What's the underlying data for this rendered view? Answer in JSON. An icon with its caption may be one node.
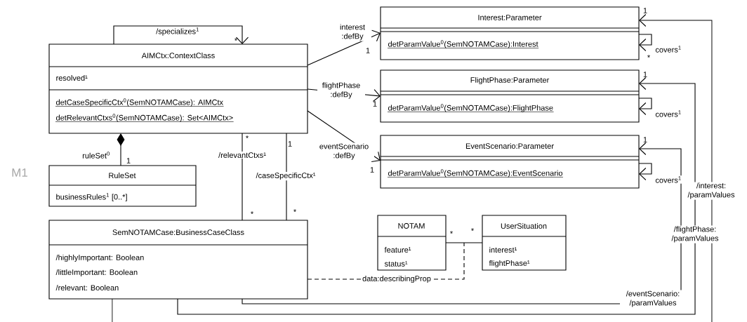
{
  "diagram": {
    "nodes": [
      {
        "text": [
          "AIMCtx:ContextClass",
          "resolved¹",
          "detCaseSpecificCtx$^{0}$(SemNOTAMCase): AIMCtx",
          "detRelevantCtxs$^{0}$(SemNOTAMCase): Set<AIMCtx>"
        ]
      },
      {
        "text": [
          "Interest:Parameter",
          "detParamValue$^{0}$(SemNOTAMCase):Interest"
        ]
      },
      {
        "text": [
          "FlightPhase:Parameter",
          "detParamValue$^{0}$(SemNOTAMCase):FlightPhase"
        ]
      },
      {
        "text": [
          "EventScenario:Parameter",
          "detParamValue$^{0}$(SemNOTAMCase):EventScenario"
        ]
      },
      {
        "text": [
          "RuleSet",
          "businessRules$^{1}$ [0..*]"
        ]
      },
      {
        "text": [
          "SemNOTAMCase:BusinessCaseClass",
          "/highlyImportant: Boolean",
          "/littleImportant: Boolean",
          "/relevant:  Boolean"
        ]
      },
      {
        "text": [
          "NOTAM",
          "feature¹",
          "status¹"
        ]
      },
      {
        "text": [
          "UserSituation",
          "interest¹",
          "flightPhase¹"
        ]
      }
    ],
    "edges": [
      {
        "from": 0,
        "to": 0,
        "arrow": "to",
        "label": "/specializes$^{1}$"
      },
      {
        "from": 0,
        "to": 1,
        "arrow": "to",
        "label": "interest :defBy"
      },
      {
        "from": 0,
        "to": 2,
        "arrow": "to",
        "label": "flightPhase :defBy"
      },
      {
        "from": 0,
        "to": 3,
        "arrow": "to",
        "label": "eventScenario :defBy"
      },
      {
        "from": 1,
        "to": 1,
        "arrow": "to",
        "label": "covers$^{1}$"
      },
      {
        "from": 2,
        "to": 2,
        "arrow": "to",
        "label": "covers$^{1}$"
      },
      {
        "from": 3,
        "to": 3,
        "arrow": "to",
        "label": "covers$^{1}$"
      },
      {
        "from": 4,
        "to": 0,
        "arrow": "other",
        "label": "ruleSet$^{0}$"
      },
      {
        "from": 0,
        "to": 5,
        "arrow": "none",
        "label": "/relevantCtxs¹"
      },
      {
        "from": 0,
        "to": 5,
        "arrow": "none",
        "label": "/caseSpecificCtx¹"
      },
      {
        "from": 6,
        "to": 7,
        "arrow": "none"
      },
      {
        "from": 5,
        "to": null,
        "arrow": "none",
        "style": "dashed",
        "label": "data:describingProp"
      },
      {
        "from": 5,
        "to": null,
        "arrow": "none"
      },
      {
        "from": null,
        "to": 1,
        "arrow": "to",
        "label": "/interest: /paramValues"
      },
      {
        "from": 5,
        "to": 2,
        "arrow": "to",
        "label": "/flightPhase: /paramValues"
      },
      {
        "from": 5,
        "to": 3,
        "arrow": "to",
        "label": "/eventScenario: /paramValues"
      }
    ],
    "labels": [
      "1",
      "*",
      "1",
      "*",
      "1",
      "1",
      "*",
      "1",
      "1",
      "1",
      "1",
      "M1",
      "*",
      "*",
      "*",
      "*"
    ]
  }
}
